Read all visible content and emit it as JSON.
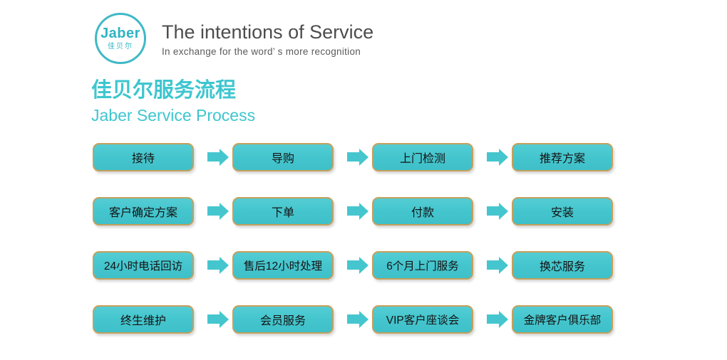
{
  "header": {
    "logo": {
      "brand": "Jaber",
      "brand_cn": "佳贝尔"
    },
    "title": "The intentions of Service",
    "subtitle": "In exchange for the word’ s more recognition"
  },
  "section": {
    "title_cn": "佳贝尔服务流程",
    "title_en": "Jaber Service Process"
  },
  "colors": {
    "box_teal": "#45C6CE",
    "box_border_gold": "#C5A05C",
    "heading_teal": "#3EC6CF",
    "header_text_gray": "#4D4D4D"
  },
  "flow": {
    "rows": [
      {
        "steps": [
          "接待",
          "导购",
          "上门检测",
          "推荐方案"
        ]
      },
      {
        "steps": [
          "客户确定方案",
          "下单",
          "付款",
          "安装"
        ]
      },
      {
        "steps": [
          "24小时电话回访",
          "售后12小时处理",
          "6个月上门服务",
          "换芯服务"
        ]
      },
      {
        "steps": [
          "终生维护",
          "会员服务",
          "VIP客户座谈会",
          "金牌客户俱乐部"
        ]
      }
    ]
  }
}
